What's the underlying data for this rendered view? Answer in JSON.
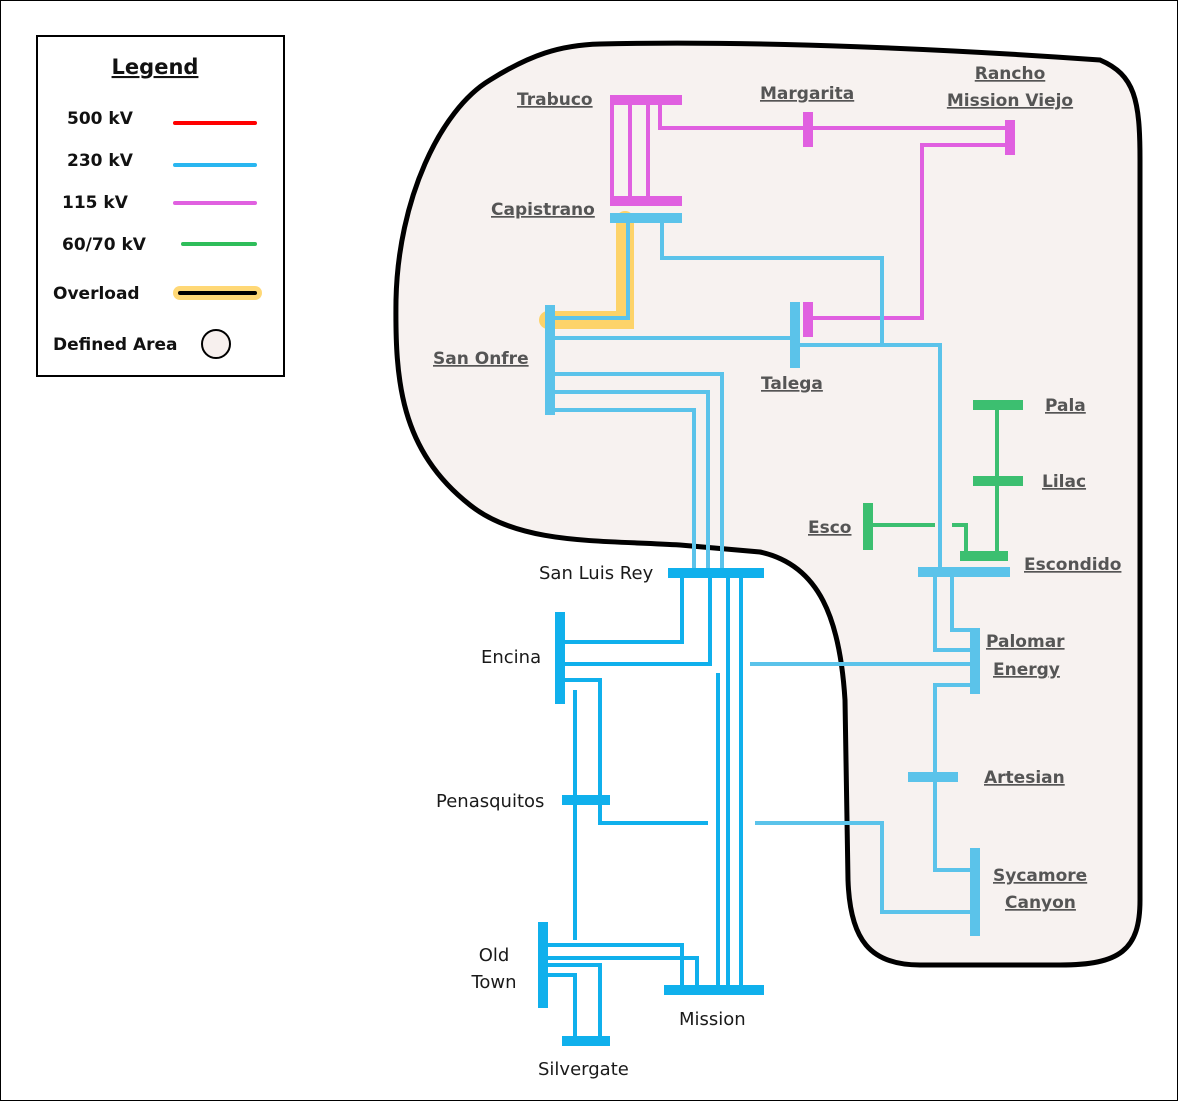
{
  "legend": {
    "title": "Legend",
    "items": [
      {
        "label": "500 kV",
        "color": "#ff0000"
      },
      {
        "label": "230 kV",
        "color": "#29b6f0"
      },
      {
        "label": "115 kV",
        "color": "#e060e0"
      },
      {
        "label": "60/70 kV",
        "color": "#2ebd5a"
      },
      {
        "label": "Overload",
        "color": "#000000",
        "glow": "#ffc83c"
      },
      {
        "label": "Defined Area",
        "color": "#f7f0ee"
      }
    ]
  },
  "colors": {
    "kv230_inside": "#5bc3ea",
    "kv230_outside": "#10b0ec",
    "kv115": "#e060e0",
    "kv60_70": "#3cbf70",
    "overload_glow": "#ffc83c",
    "area_fill": "#f7f2f0",
    "area_border": "#000000"
  },
  "substations": {
    "trabuco": "Trabuco",
    "margarita": "Margarita",
    "rancho_line1": "Rancho",
    "rancho_line2": "Mission Viejo",
    "capistrano": "Capistrano",
    "san_onfre": "San Onfre",
    "talega": "Talega",
    "pala": "Pala",
    "lilac": "Lilac",
    "esco": "Esco",
    "escondido": "Escondido",
    "palomar_line1": "Palomar",
    "palomar_line2": "Energy",
    "artesian": "Artesian",
    "sycamore_line1": "Sycamore",
    "sycamore_line2": "Canyon",
    "san_luis_rey": "San Luis Rey",
    "encina": "Encina",
    "penasquitos": "Penasquitos",
    "old_town_line1": "Old",
    "old_town_line2": "Town",
    "mission": "Mission",
    "silvergate": "Silvergate"
  }
}
